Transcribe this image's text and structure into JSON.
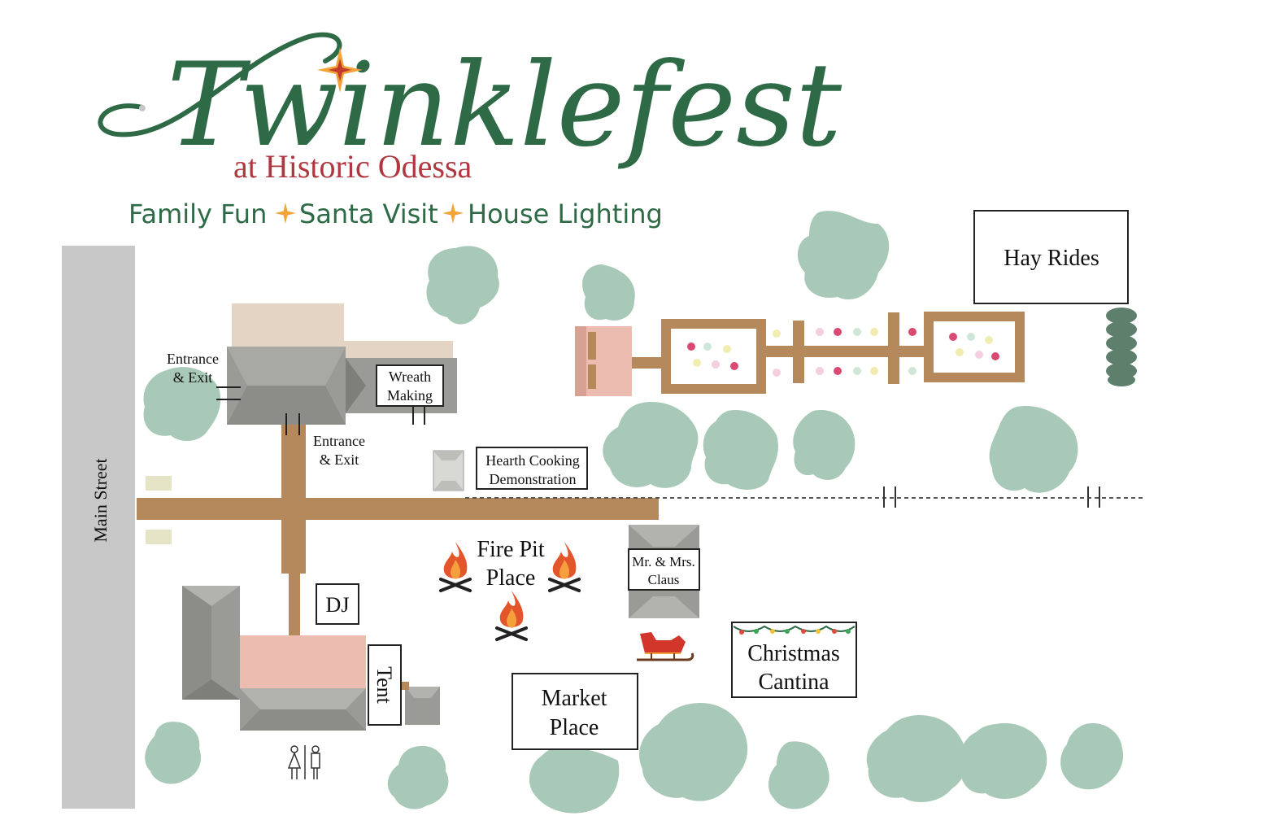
{
  "header": {
    "title": "Twinklefest",
    "subtitle": "at Historic Odessa",
    "tagline": [
      "Family Fun",
      "Santa Visit",
      "House Lighting"
    ]
  },
  "colors": {
    "brand_green": "#2d6a45",
    "brand_red": "#b0373f",
    "star_orange": "#f2a33a",
    "path_tan": "#b5895b",
    "tree_green": "#a9c9b8",
    "roof_gray": "#9a9a96",
    "building_pink": "#ecbcb1",
    "street_gray": "#c8c8c8"
  },
  "map": {
    "street": "Main Street",
    "entrance_north": [
      "Entrance",
      "& Exit"
    ],
    "entrance_south": [
      "Entrance",
      "& Exit"
    ],
    "wreath": [
      "Wreath",
      "Making"
    ],
    "hearth": [
      "Hearth Cooking",
      "Demonstration"
    ],
    "firepit": [
      "Fire Pit",
      "Place"
    ],
    "claus": [
      "Mr. & Mrs.",
      "Claus"
    ],
    "dj": "DJ",
    "tent": "Tent",
    "market": [
      "Market",
      "Place"
    ],
    "cantina": [
      "Christmas",
      "Cantina"
    ],
    "hayrides": "Hay Rides"
  },
  "icons": [
    "star-icon",
    "fire-icon",
    "sleigh-icon",
    "restroom-icon",
    "string-lights-icon"
  ]
}
